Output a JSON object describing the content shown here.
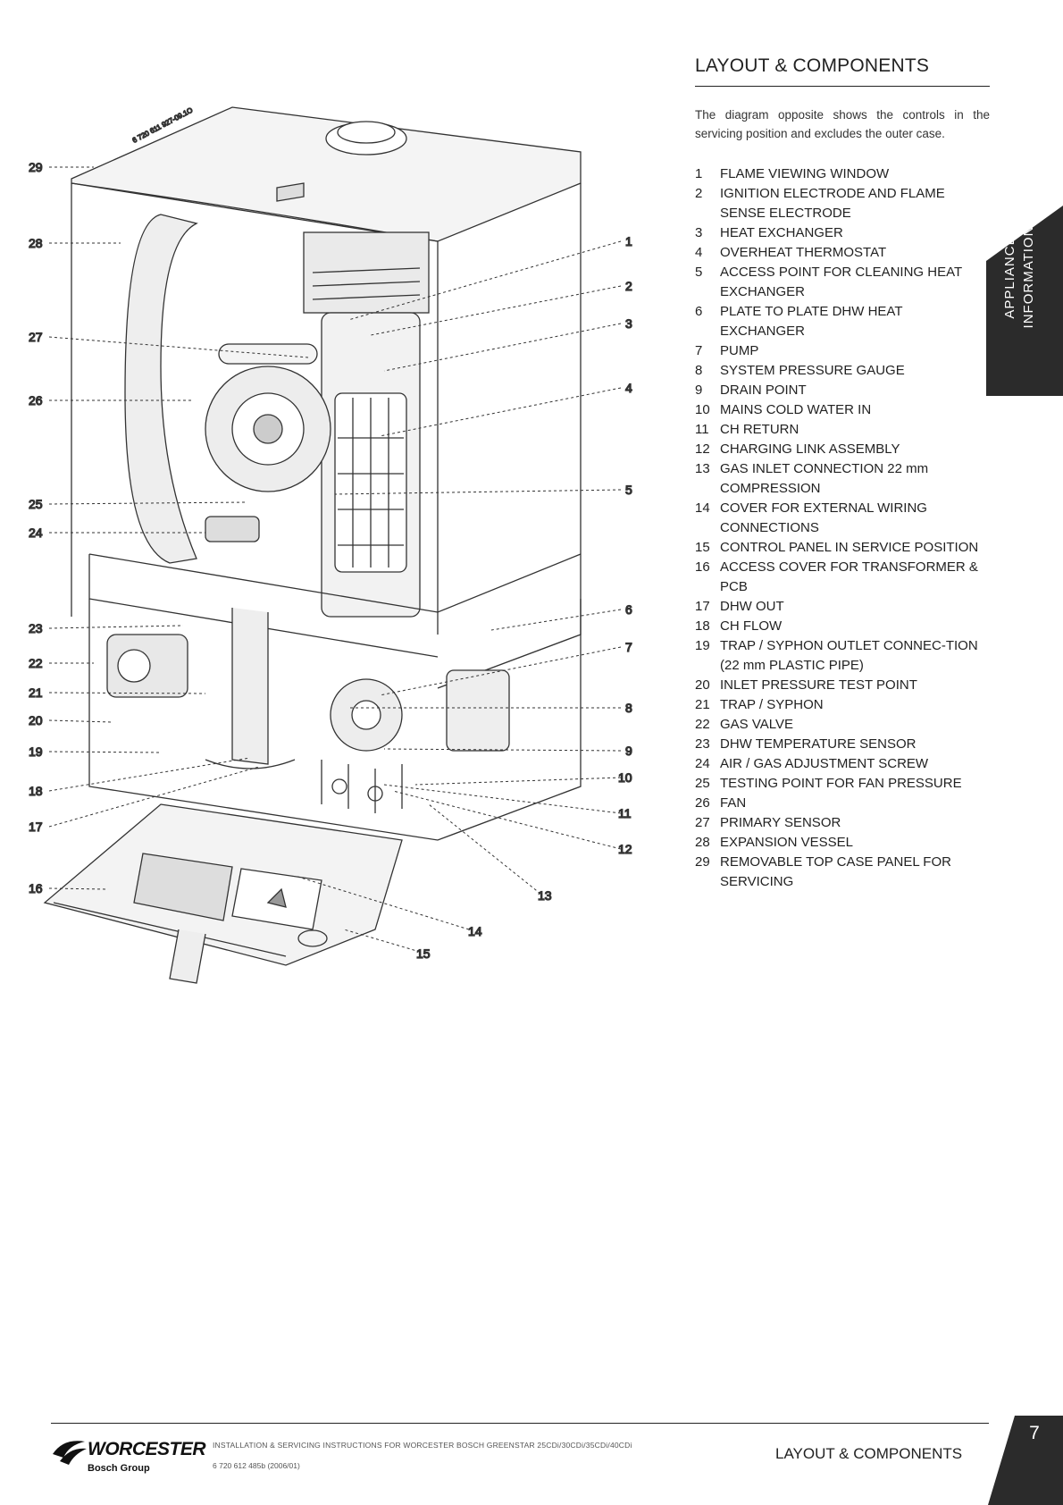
{
  "section_title": "LAYOUT & COMPONENTS",
  "intro": "The diagram opposite shows the controls in the servicing position and excludes the outer case.",
  "components": [
    {
      "num": "1",
      "text": "FLAME VIEWING WINDOW"
    },
    {
      "num": "2",
      "text": "IGNITION ELECTRODE AND FLAME SENSE ELECTRODE"
    },
    {
      "num": "3",
      "text": "HEAT EXCHANGER"
    },
    {
      "num": "4",
      "text": "OVERHEAT THERMOSTAT"
    },
    {
      "num": "5",
      "text": "ACCESS POINT FOR CLEANING HEAT EXCHANGER"
    },
    {
      "num": "6",
      "text": "PLATE TO PLATE DHW HEAT EXCHANGER"
    },
    {
      "num": "7",
      "text": "PUMP"
    },
    {
      "num": "8",
      "text": "SYSTEM PRESSURE GAUGE"
    },
    {
      "num": "9",
      "text": "DRAIN POINT"
    },
    {
      "num": "10",
      "text": "MAINS COLD WATER IN"
    },
    {
      "num": "11",
      "text": "CH RETURN"
    },
    {
      "num": "12",
      "text": "CHARGING LINK ASSEMBLY"
    },
    {
      "num": "13",
      "text": "GAS INLET CONNECTION 22 mm COMPRESSION"
    },
    {
      "num": "14",
      "text": "COVER FOR EXTERNAL WIRING CONNECTIONS"
    },
    {
      "num": "15",
      "text": "CONTROL PANEL IN SERVICE POSITION"
    },
    {
      "num": "16",
      "text": "ACCESS COVER FOR TRANSFORMER & PCB"
    },
    {
      "num": "17",
      "text": "DHW OUT"
    },
    {
      "num": "18",
      "text": "CH FLOW"
    },
    {
      "num": "19",
      "text": "TRAP / SYPHON OUTLET CONNEC-TION (22 mm PLASTIC PIPE)"
    },
    {
      "num": "20",
      "text": "INLET PRESSURE TEST POINT"
    },
    {
      "num": "21",
      "text": "TRAP / SYPHON"
    },
    {
      "num": "22",
      "text": "GAS VALVE"
    },
    {
      "num": "23",
      "text": "DHW TEMPERATURE SENSOR"
    },
    {
      "num": "24",
      "text": "AIR / GAS ADJUSTMENT SCREW"
    },
    {
      "num": "25",
      "text": "TESTING POINT FOR FAN PRESSURE"
    },
    {
      "num": "26",
      "text": "FAN"
    },
    {
      "num": "27",
      "text": "PRIMARY SENSOR"
    },
    {
      "num": "28",
      "text": "EXPANSION VESSEL"
    },
    {
      "num": "29",
      "text": "REMOVABLE TOP CASE PANEL FOR SERVICING"
    }
  ],
  "side_tab": {
    "line1": "APPLIANCE",
    "line2": "INFORMATION"
  },
  "drawing_code": "6 720 611 927-09.1O",
  "callouts": {
    "left": [
      "29",
      "28",
      "27",
      "26",
      "25",
      "24",
      "23",
      "22",
      "21",
      "20",
      "19",
      "18",
      "17",
      "16"
    ],
    "right": [
      "1",
      "2",
      "3",
      "4",
      "5",
      "6",
      "7",
      "8",
      "9",
      "10",
      "11",
      "12",
      "13",
      "14",
      "15"
    ]
  },
  "footer": {
    "brand": "WORCESTER",
    "brand_sub": "Bosch Group",
    "doc_title": "INSTALLATION & SERVICING INSTRUCTIONS FOR WORCESTER BOSCH GREENSTAR 25CDi/30CDi/35CDi/40CDi",
    "doc_code": "6 720 612 485b (2006/01)",
    "section": "LAYOUT & COMPONENTS",
    "page_number": "7"
  },
  "colors": {
    "ink": "#222222",
    "tab": "#2b2b2b",
    "line": "#333333"
  }
}
